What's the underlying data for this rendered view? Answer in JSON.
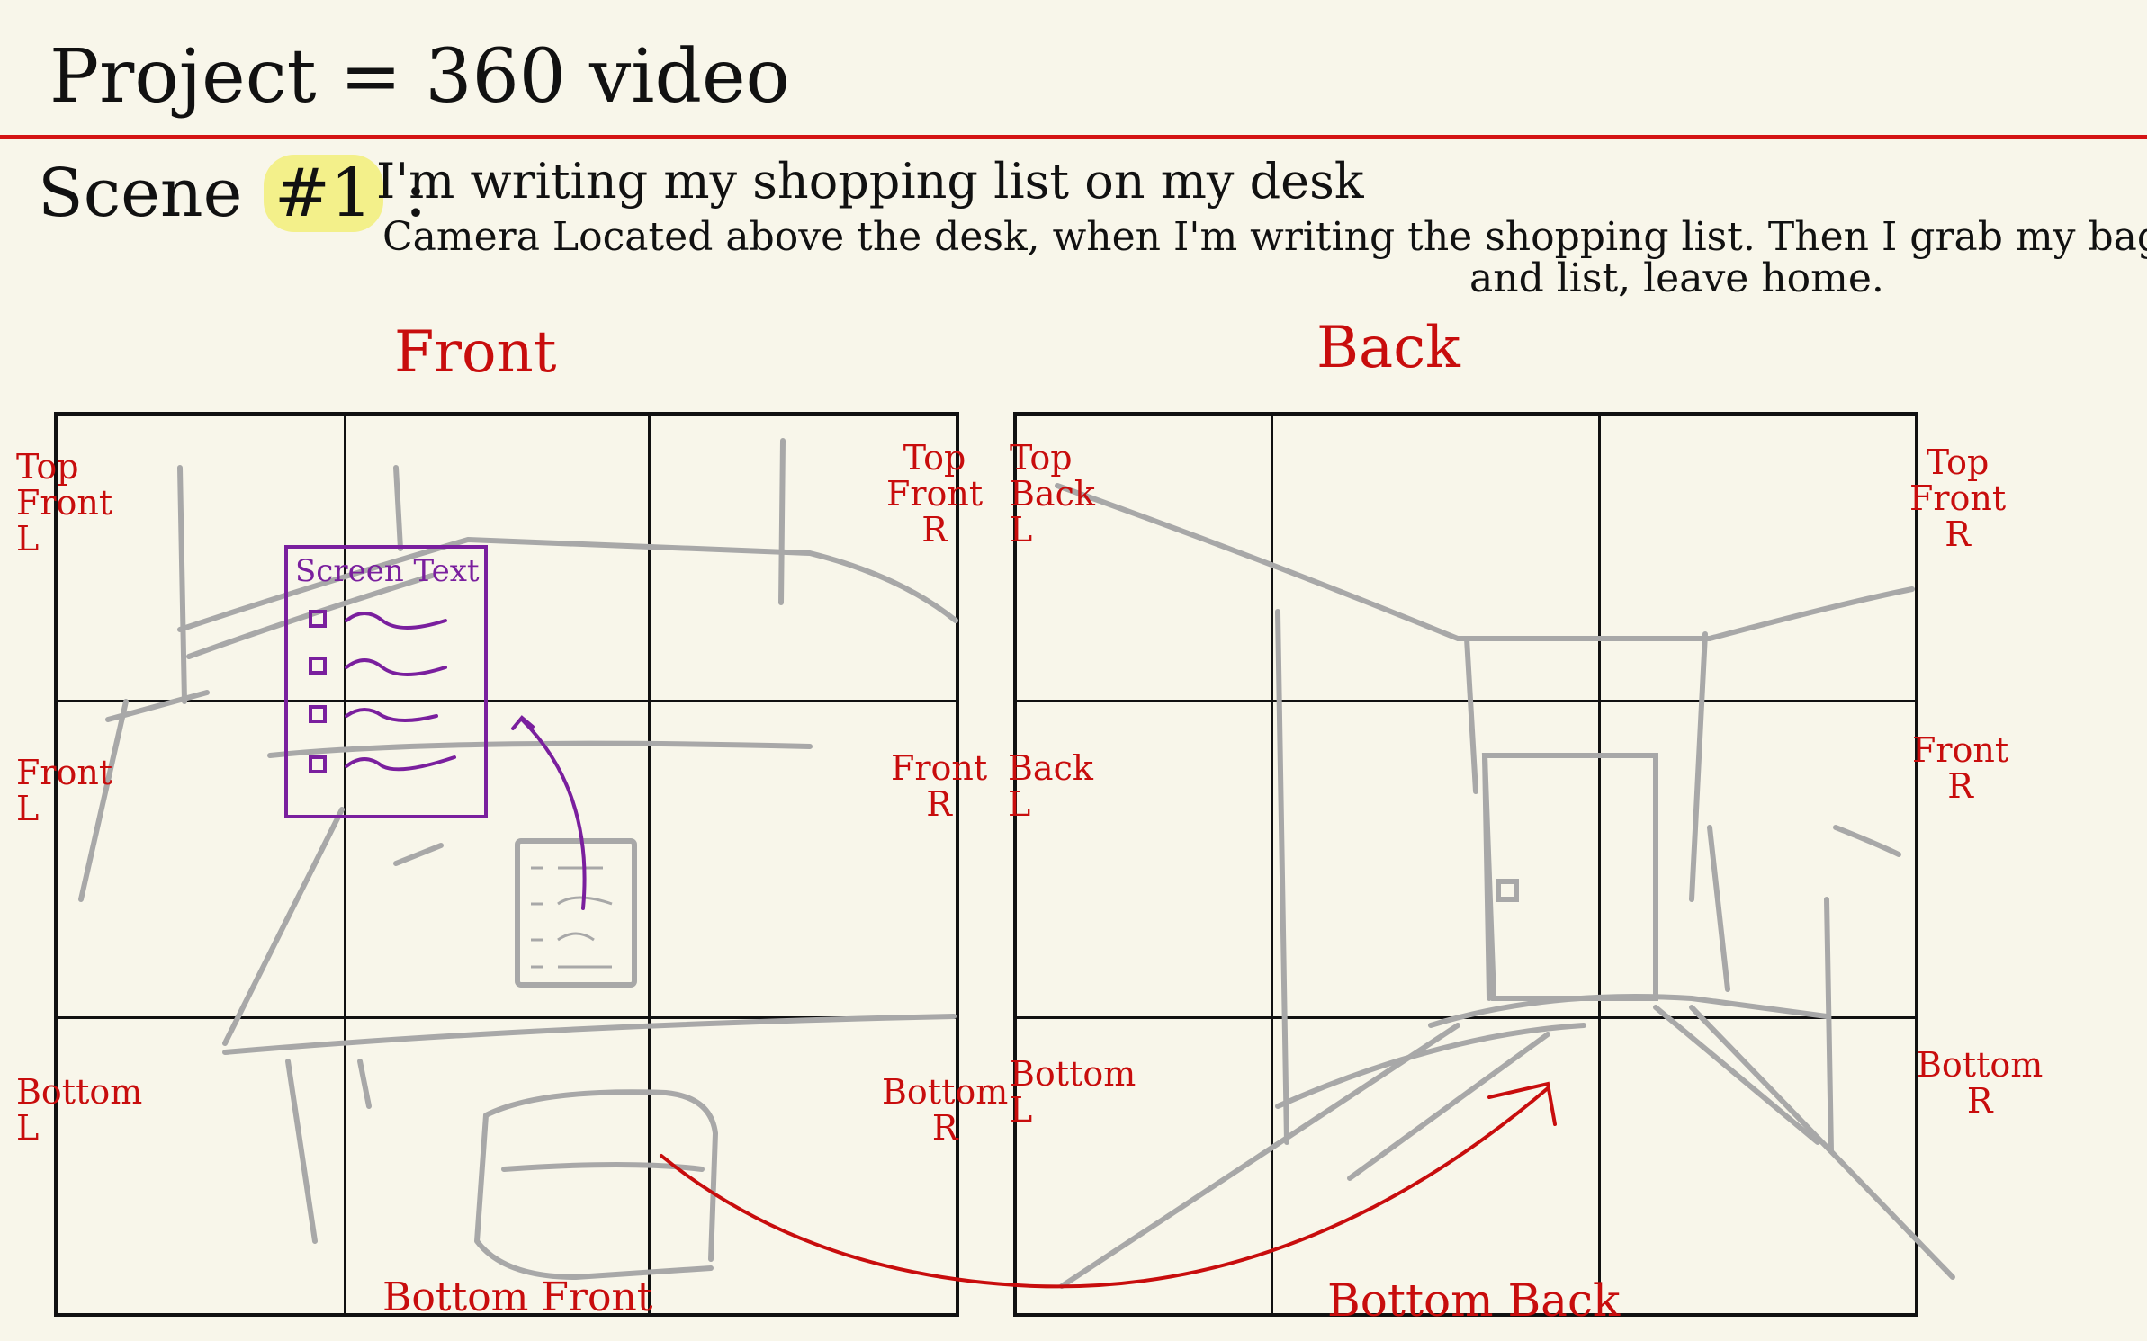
{
  "title": "Project = 360 video",
  "scene": {
    "label": "Scene",
    "number": "#1",
    "separator": ":",
    "action": "I'm writing my shopping list on my desk",
    "description_line1": "Camera Located above the desk, when I'm writing the shopping list. Then I grab my bag",
    "description_line2": "and list, leave home."
  },
  "panels": {
    "front": {
      "title": "Front",
      "labels": {
        "top_left": [
          "Top",
          "Front",
          "L"
        ],
        "top_right": [
          "Top",
          "Front",
          "R"
        ],
        "mid_left": [
          "Front",
          "L"
        ],
        "mid_right": [
          "Front",
          "R"
        ],
        "bottom_left": [
          "Bottom",
          "L"
        ],
        "bottom_right": [
          "Bottom",
          "R"
        ],
        "bottom_center": "Bottom Front"
      },
      "screen_text_label": "Screen Text"
    },
    "back": {
      "title": "Back",
      "labels": {
        "top_left": [
          "Top",
          "Back",
          "L"
        ],
        "top_right": [
          "Top",
          "Front",
          "R"
        ],
        "mid_left": [
          "Back",
          "L"
        ],
        "mid_right": [
          "Front",
          "R"
        ],
        "bottom_left": [
          "Bottom",
          "L"
        ],
        "bottom_right": [
          "Bottom",
          "R"
        ],
        "bottom_center": "Bottom Back"
      }
    }
  },
  "colors": {
    "background": "#f8f6ea",
    "ink": "#111111",
    "annotation_red": "#c80d0d",
    "screen_text_purple": "#7a1f9e",
    "sketch_gray": "#a8a8a8",
    "highlight": "#f3f08a"
  }
}
